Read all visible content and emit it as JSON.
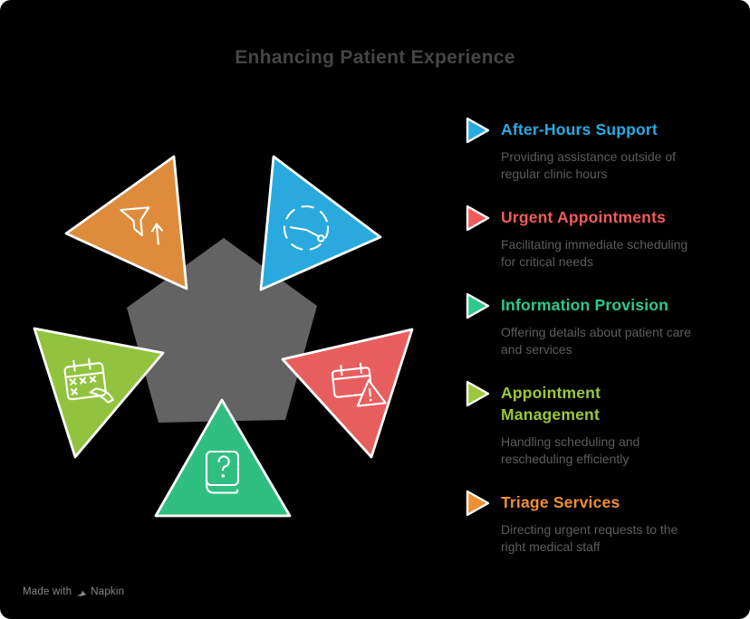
{
  "title": "Enhancing Patient Experience",
  "colors": {
    "background": "#000000",
    "title_text": "#454545",
    "description_text": "#5D5D5D",
    "footer_text": "#8A8A8A",
    "icon_stroke": "#FFFFFF"
  },
  "diagram": {
    "pentagon_color": "#636363",
    "segments": [
      {
        "name": "triage-services",
        "icon": "funnel-up-icon",
        "color": "#DE8C3C"
      },
      {
        "name": "after-hours-support",
        "icon": "clock-icon",
        "color": "#2AA9DE"
      },
      {
        "name": "urgent-appointments",
        "icon": "calendar-alert-icon",
        "color": "#E85E5E"
      },
      {
        "name": "information-provision",
        "icon": "book-question-icon",
        "color": "#30BF81"
      },
      {
        "name": "appointment-management",
        "icon": "calendar-edit-icon",
        "color": "#92C33F"
      }
    ]
  },
  "legend": {
    "items": [
      {
        "title": "After-Hours Support",
        "description": "Providing assistance outside of regular clinic hours",
        "color": "#29ABE2"
      },
      {
        "title": "Urgent Appointments",
        "description": "Facilitating immediate scheduling for critical needs",
        "color": "#F15B5B"
      },
      {
        "title": "Information Provision",
        "description": "Offering details about patient care and services",
        "color": "#2EC98B"
      },
      {
        "title": "Appointment Management",
        "description": "Handling scheduling and rescheduling efficiently",
        "color": "#9CC93C"
      },
      {
        "title": "Triage Services",
        "description": "Directing urgent requests to the right medical staff",
        "color": "#EE8F33"
      }
    ]
  },
  "footer": {
    "made_with": "Made with",
    "brand": "Napkin"
  }
}
